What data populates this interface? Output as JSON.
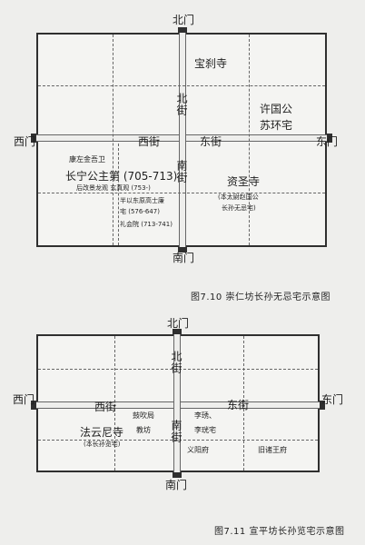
{
  "figure1": {
    "gates": {
      "north": "北门",
      "south": "南门",
      "east": "东门",
      "west": "西门"
    },
    "streets": {
      "north": "北街",
      "south": "南街",
      "east": "东街",
      "west": "西街"
    },
    "sites": {
      "baochasi": "宝刹寺",
      "xuguogong_line1": "许国公",
      "xuguogong_line2": "苏环宅",
      "kangzuo": "康左金吾卫",
      "changning": "长宁公主第 (705-713)",
      "houlong": "后改景龙观 玄真观 (753-)",
      "zisheng": "资圣寺",
      "zisheng_note1": "(本太尉赵国公",
      "zisheng_note2": "长孙无忌宅)",
      "banyi1": "半以东原高士廉",
      "banyi2": "宅 (576-647)",
      "lihuiyuan": "礼会院 (713-741)"
    },
    "caption": "图7.10  崇仁坊长孙无忌宅示意图"
  },
  "figure2": {
    "gates": {
      "north": "北门",
      "south": "南门",
      "east": "东门",
      "west": "西门"
    },
    "streets": {
      "north": "北街",
      "south": "南街",
      "east": "东街",
      "west": "西街"
    },
    "sites": {
      "guchui1": "鼓吹局",
      "guchui2": "教坊",
      "li1": "李琇、",
      "li2": "李珖宅",
      "fayun": "法云尼寺",
      "fayun_note": "(本长孙览宅)",
      "yiyang": "义阳府",
      "jiuzhu": "旧诸王府"
    },
    "caption": "图7.11  宣平坊长孙览宅示意图"
  }
}
